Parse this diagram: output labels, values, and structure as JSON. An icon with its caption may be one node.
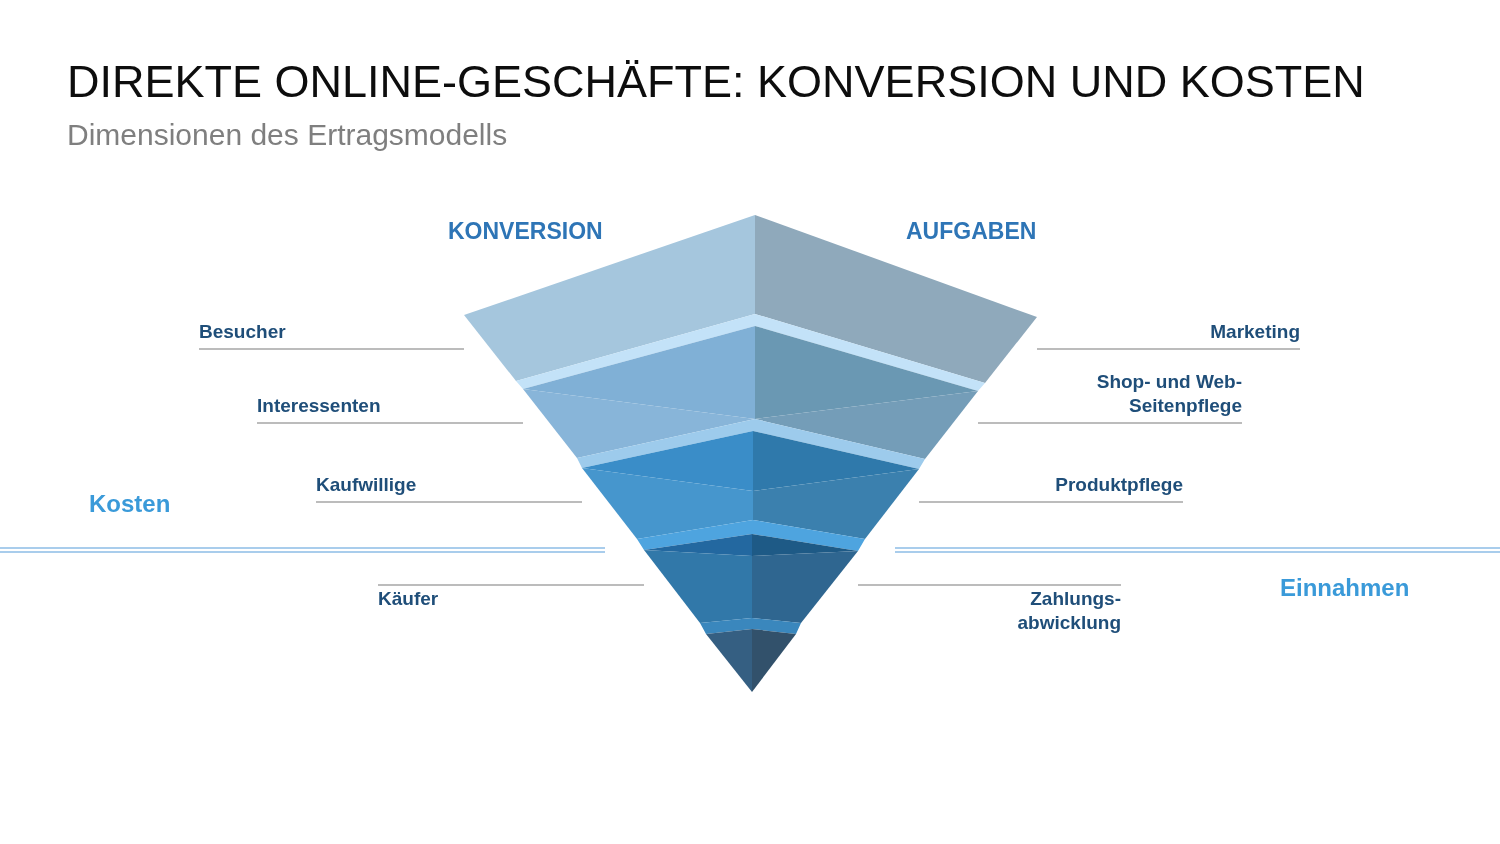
{
  "diagram": {
    "title": "DIREKTE ONLINE-GESCHÄFTE: KONVERSION UND KOSTEN",
    "nodes": [
      {
        "text": [],
        "shape": "trapezoid"
      },
      {
        "text": [],
        "shape": "trapezoid"
      },
      {
        "text": [],
        "shape": "trapezoid"
      },
      {
        "text": [],
        "shape": "trapezoid"
      },
      {
        "text": [],
        "shape": "triangle"
      },
      {
        "text": [
          "Besucher"
        ]
      },
      {
        "text": [
          "Marketing"
        ]
      },
      {
        "text": [
          "Interessenten"
        ]
      },
      {
        "text": [
          "Shop- und Web- Seitenpflege"
        ]
      },
      {
        "text": [
          "Kaufwillige"
        ]
      },
      {
        "text": [
          "Produktpflege"
        ]
      },
      {
        "text": [
          "Käufer"
        ]
      },
      {
        "text": [
          "Zahlungs- abwicklung"
        ]
      }
    ],
    "edges": [
      {
        "from": 5,
        "to": 0,
        "arrow": "none"
      },
      {
        "from": 6,
        "to": 0,
        "arrow": "none"
      },
      {
        "from": 7,
        "to": 1,
        "arrow": "none"
      },
      {
        "from": 8,
        "to": 1,
        "arrow": "none"
      },
      {
        "from": 9,
        "to": 2,
        "arrow": "none"
      },
      {
        "from": 10,
        "to": 2,
        "arrow": "none"
      },
      {
        "from": 11,
        "to": 3,
        "arrow": "none"
      },
      {
        "from": 12,
        "to": 3,
        "arrow": "none"
      }
    ],
    "labels": [
      "Dimensionen des Ertragsmodells",
      "KONVERSION",
      "AUFGABEN",
      "Kosten",
      "Einnahmen"
    ]
  }
}
